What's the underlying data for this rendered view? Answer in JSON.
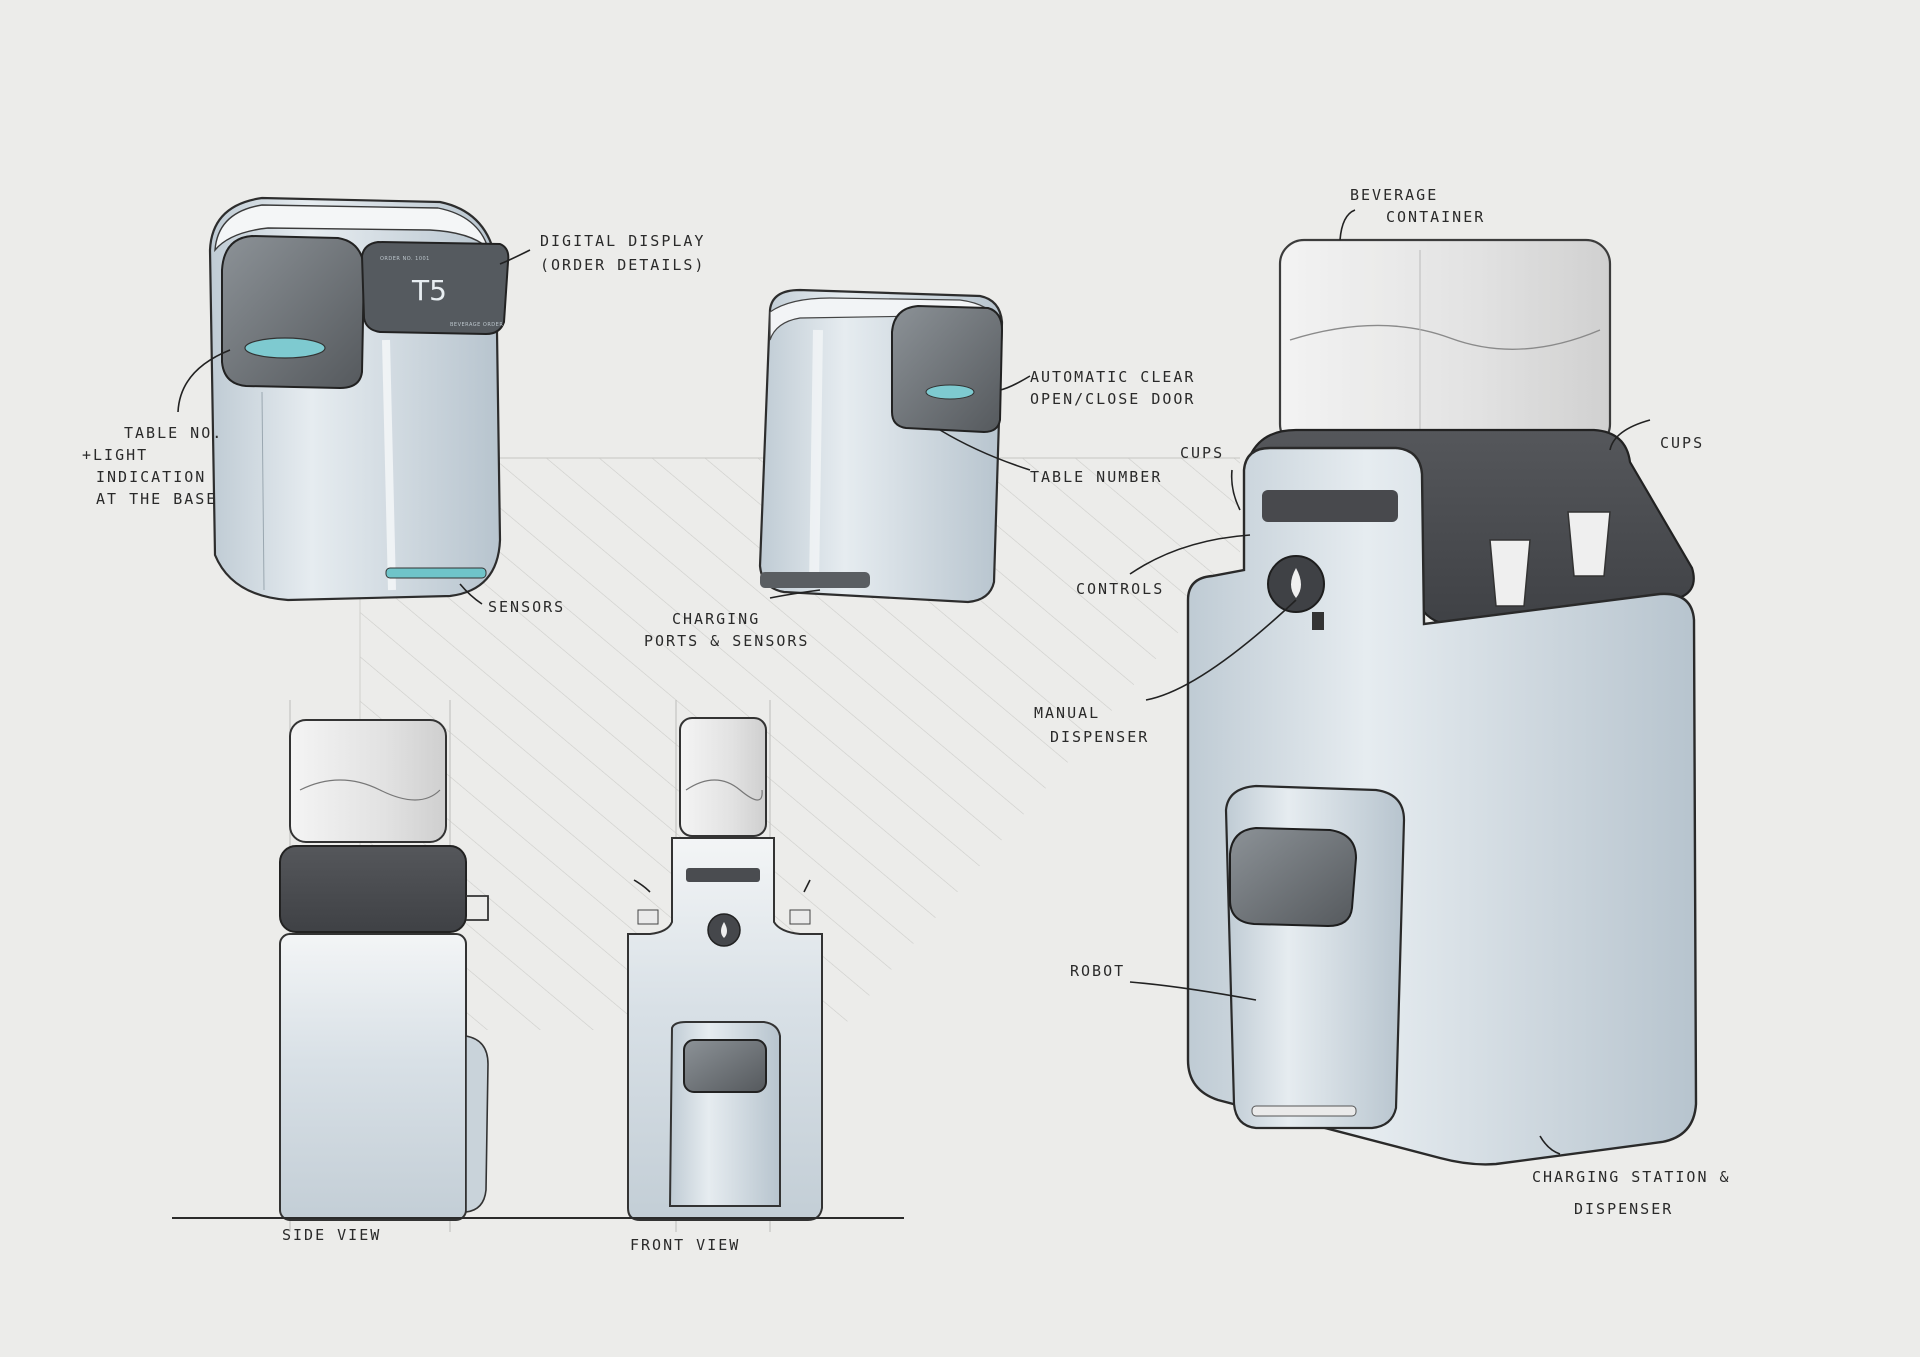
{
  "robot_display": {
    "table_code": "T5",
    "order_line": "ORDER NO. 1001",
    "detail_line": "BEVERAGE ORDER"
  },
  "callouts": {
    "digital_display": [
      "DIGITAL DISPLAY",
      "(ORDER DETAILS)"
    ],
    "table_light": [
      "TABLE NO.",
      "+LIGHT",
      "INDICATION",
      "AT THE BASE"
    ],
    "sensors": [
      "SENSORS"
    ],
    "automatic_door": [
      "AUTOMATIC CLEAR",
      "OPEN/CLOSE DOOR"
    ],
    "table_number": [
      "TABLE NUMBER"
    ],
    "charging_ports": [
      "CHARGING",
      "PORTS & SENSORS"
    ],
    "beverage_container": [
      "BEVERAGE",
      "CONTAINER"
    ],
    "cups_left": [
      "CUPS"
    ],
    "cups_right": [
      "CUPS"
    ],
    "controls": [
      "CONTROLS"
    ],
    "manual_dispenser": [
      "MANUAL",
      "DISPENSER"
    ],
    "robot": [
      "ROBOT"
    ],
    "charging_station": [
      "CHARGING STATION &",
      "DISPENSER"
    ]
  },
  "view_labels": {
    "side": "SIDE VIEW",
    "front": "FRONT VIEW"
  },
  "colors": {
    "paper": "#ececea",
    "body": "#d3dde4",
    "dark_panel": "#4a4c50",
    "window": "#6e7479",
    "accent_light": "#7ecad0",
    "ink": "#2a2a2a"
  }
}
